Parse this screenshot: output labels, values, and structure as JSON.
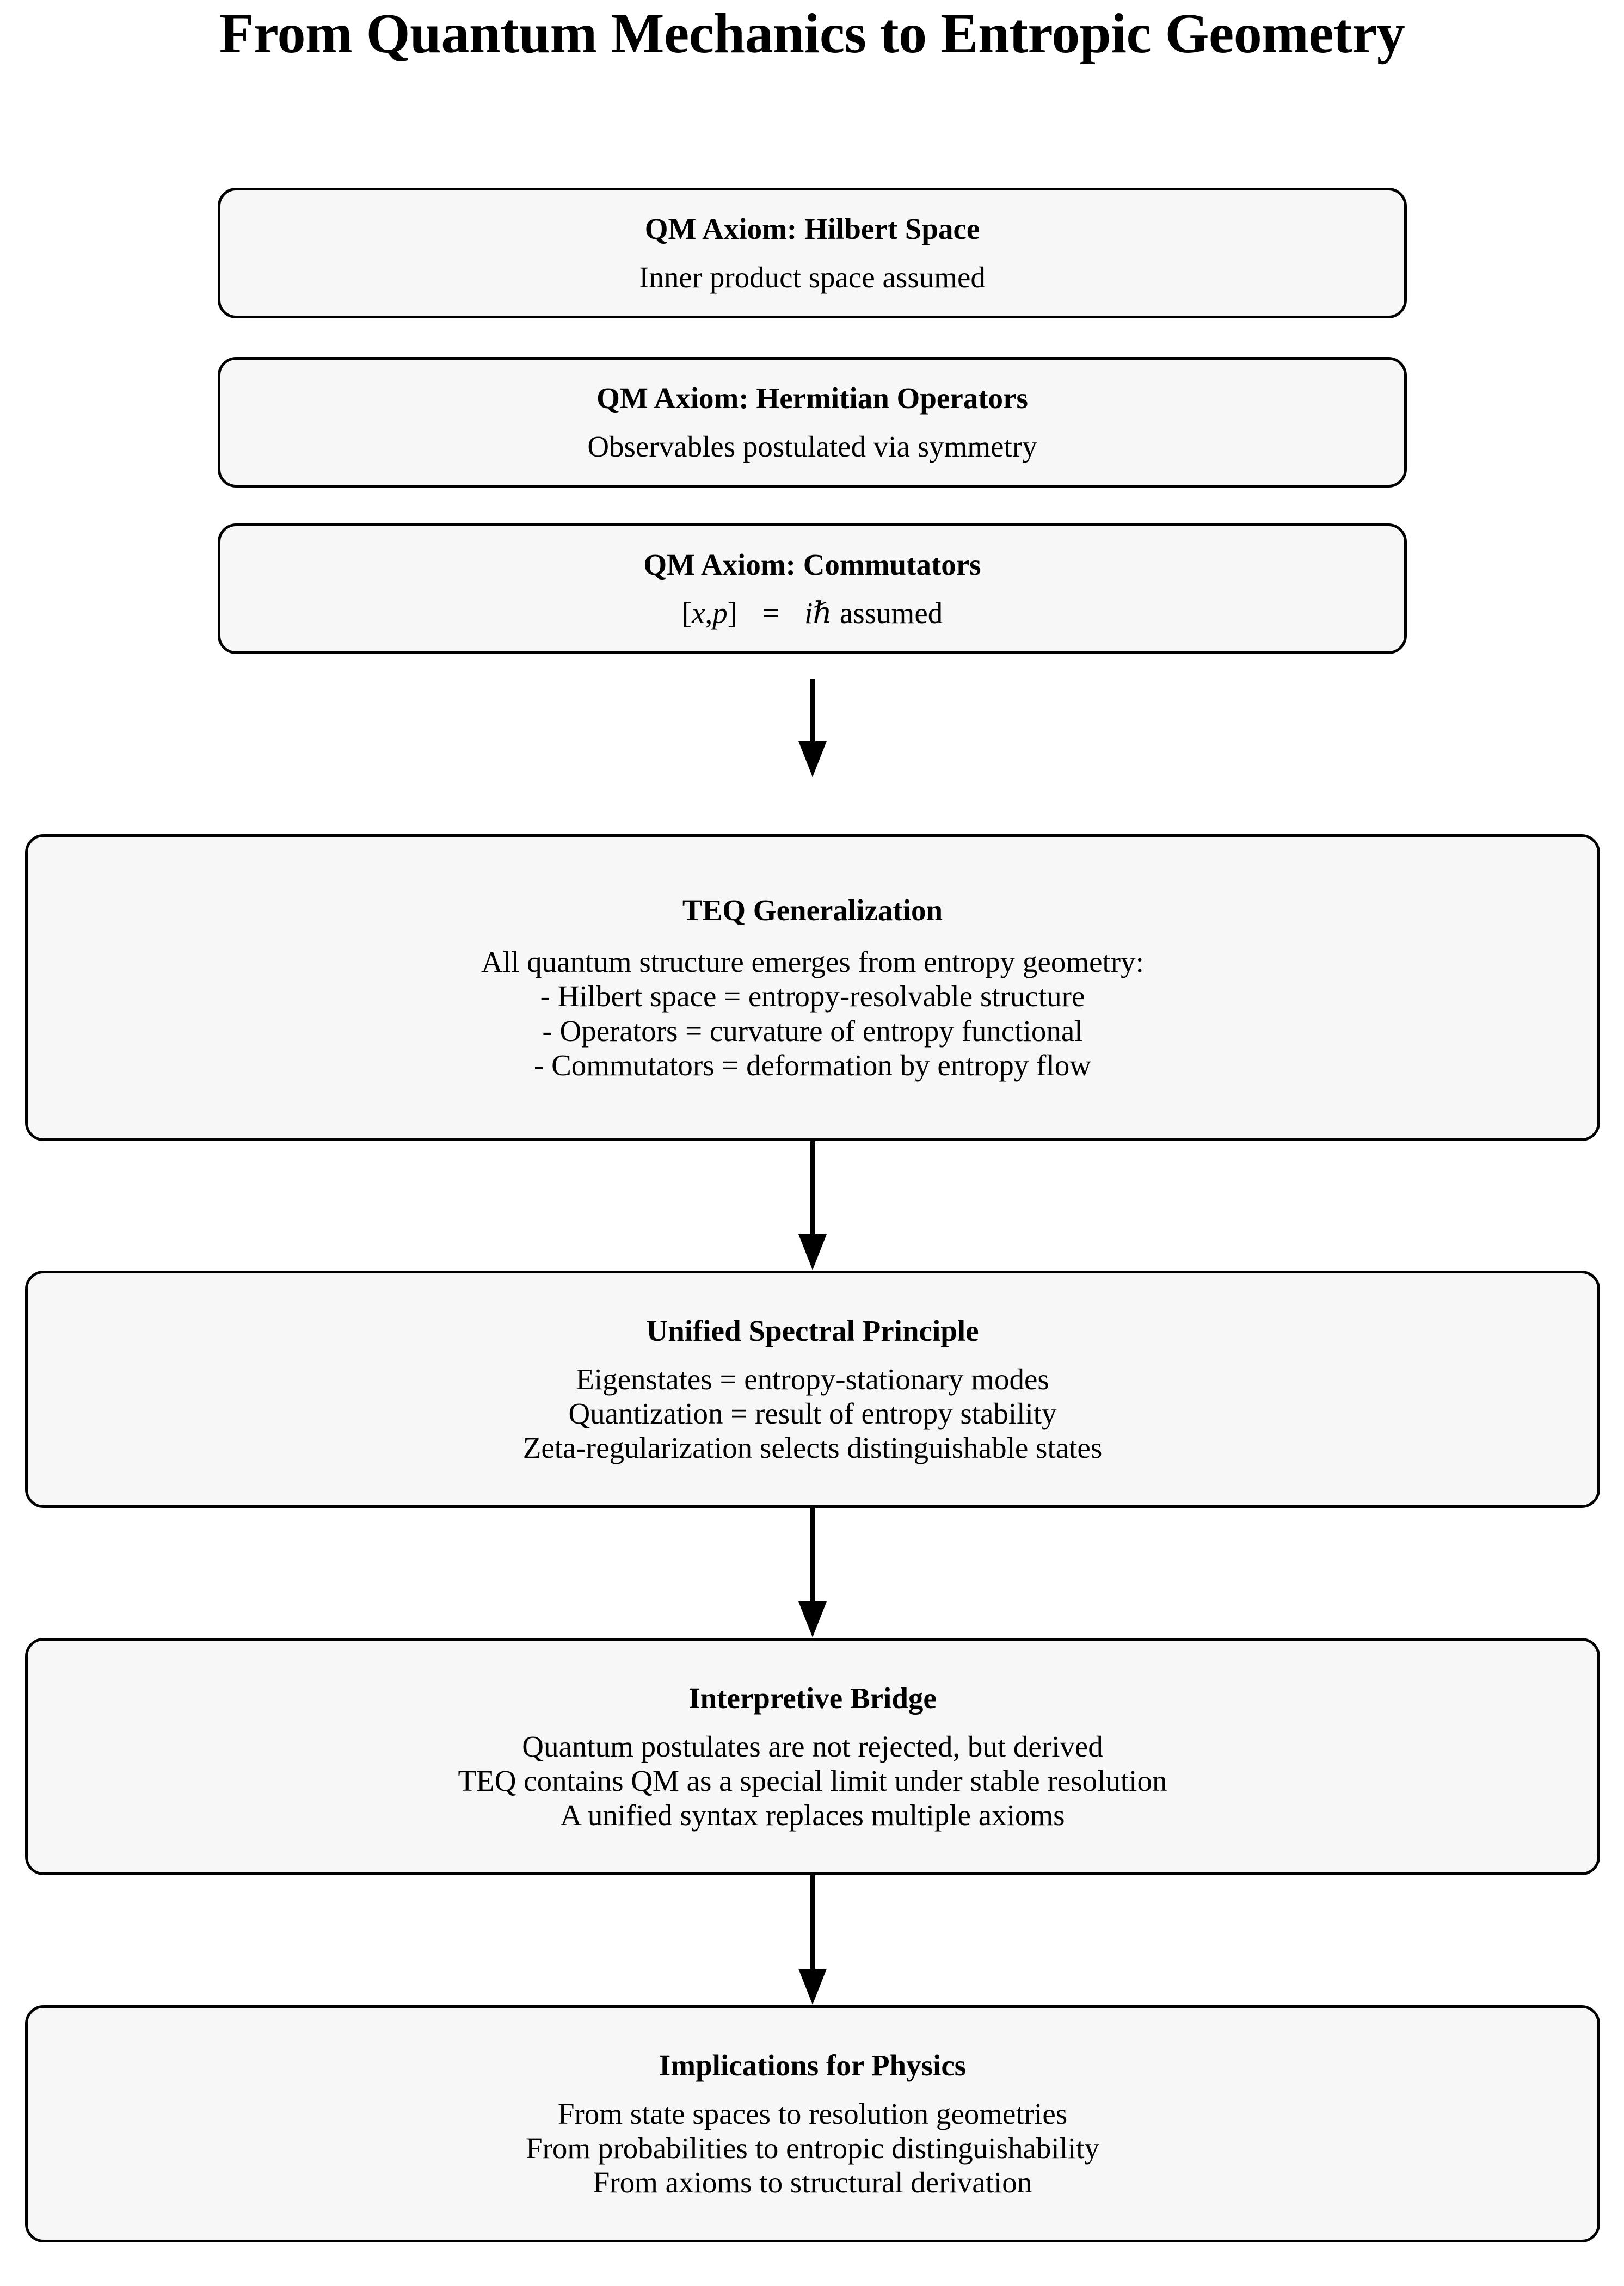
{
  "title": "From Quantum Mechanics to Entropic Geometry",
  "colors": {
    "node_fill": "#f7f7f7",
    "node_border": "#000000",
    "text": "#000000",
    "arrow": "#000000",
    "background": "#ffffff"
  },
  "nodes": {
    "axiom_hilbert": {
      "title": "QM Axiom:  Hilbert Space",
      "lines": [
        "Inner product space assumed"
      ]
    },
    "axiom_hermitian": {
      "title": "QM Axiom:  Hermitian Operators",
      "lines": [
        "Observables postulated via symmetry"
      ]
    },
    "axiom_commutator": {
      "title": "QM Axiom:  Commutators",
      "math": {
        "lhs_open": "[",
        "lhs_x": "x",
        "lhs_comma": ", ",
        "lhs_p": "p",
        "lhs_close": "]",
        "operator": "=",
        "rhs_i": "i",
        "rhs_hbar": "ℏ",
        "rhs_tail": "assumed"
      }
    },
    "teq": {
      "title": "TEQ Generalization",
      "lines": [
        "All quantum structure emerges from entropy geometry:",
        "- Hilbert space = entropy-resolvable structure",
        "- Operators = curvature of entropy functional",
        "- Commutators = deformation by entropy flow"
      ]
    },
    "spectral": {
      "title": "Unified Spectral Principle",
      "lines": [
        "Eigenstates = entropy-stationary modes",
        "Quantization = result of entropy stability",
        "Zeta-regularization selects distinguishable states"
      ]
    },
    "bridge": {
      "title": "Interpretive Bridge",
      "lines": [
        "Quantum postulates are not rejected, but derived",
        "TEQ contains QM as a special limit under stable resolution",
        "A unified syntax replaces multiple axioms"
      ]
    },
    "implications": {
      "title": "Implications for Physics",
      "lines": [
        "From state spaces to resolution geometries",
        "From probabilities to entropic distinguishability",
        "From axioms to structural derivation"
      ]
    }
  },
  "arrows": [
    {
      "name": "axioms-to-teq",
      "from": "axiom_commutator",
      "to": "teq"
    },
    {
      "name": "teq-to-spectral",
      "from": "teq",
      "to": "spectral"
    },
    {
      "name": "spectral-to-bridge",
      "from": "spectral",
      "to": "bridge"
    },
    {
      "name": "bridge-to-implications",
      "from": "bridge",
      "to": "implications"
    }
  ]
}
